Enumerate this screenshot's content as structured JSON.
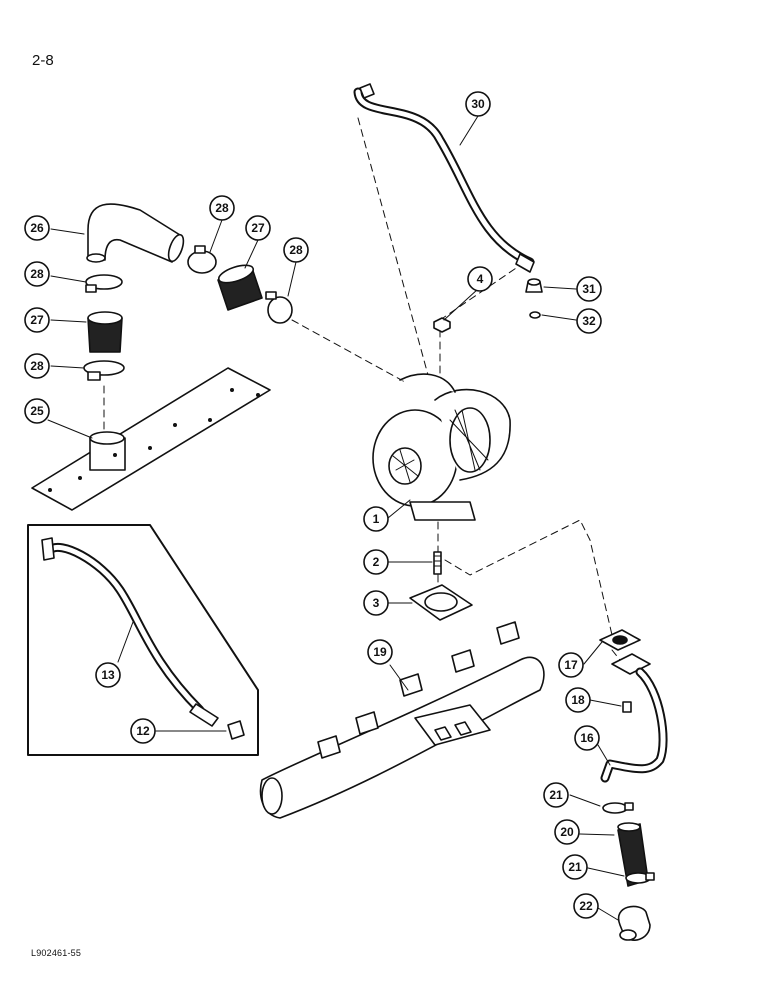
{
  "page": {
    "number": "2-8",
    "figure_code": "L902461-55"
  },
  "callouts": [
    {
      "id": "c30",
      "label": "30"
    },
    {
      "id": "c26",
      "label": "26"
    },
    {
      "id": "c28a",
      "label": "28"
    },
    {
      "id": "c27a",
      "label": "27"
    },
    {
      "id": "c28b",
      "label": "28"
    },
    {
      "id": "c28c",
      "label": "28"
    },
    {
      "id": "c27b",
      "label": "27"
    },
    {
      "id": "c28d",
      "label": "28"
    },
    {
      "id": "c25",
      "label": "25"
    },
    {
      "id": "c4",
      "label": "4"
    },
    {
      "id": "c31",
      "label": "31"
    },
    {
      "id": "c32",
      "label": "32"
    },
    {
      "id": "c1",
      "label": "1"
    },
    {
      "id": "c2",
      "label": "2"
    },
    {
      "id": "c3",
      "label": "3"
    },
    {
      "id": "c19",
      "label": "19"
    },
    {
      "id": "c17",
      "label": "17"
    },
    {
      "id": "c18",
      "label": "18"
    },
    {
      "id": "c16",
      "label": "16"
    },
    {
      "id": "c21a",
      "label": "21"
    },
    {
      "id": "c20",
      "label": "20"
    },
    {
      "id": "c21b",
      "label": "21"
    },
    {
      "id": "c22",
      "label": "22"
    },
    {
      "id": "c13",
      "label": "13"
    },
    {
      "id": "c12",
      "label": "12"
    }
  ]
}
